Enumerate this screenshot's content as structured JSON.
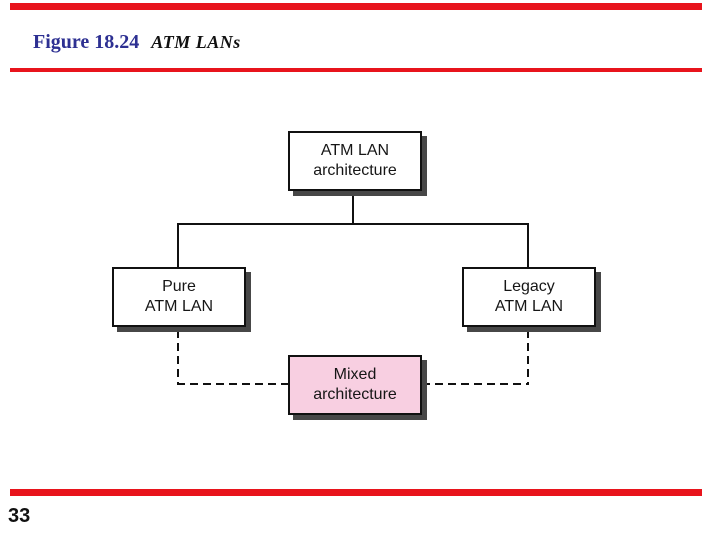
{
  "slide": {
    "figure_number": "Figure 18.24",
    "figure_title": "ATM LANs",
    "page_number": "33"
  },
  "colors": {
    "accent_red": "#e8141c",
    "title_blue": "#2d3092",
    "node_fill_default": "#ffffff",
    "node_fill_mixed_pink": "#f8cfe1",
    "node_border": "#111111",
    "node_shadow": "#474747"
  },
  "diagram": {
    "nodes": [
      {
        "id": "root",
        "lines": [
          "ATM LAN",
          "architecture"
        ]
      },
      {
        "id": "pure",
        "lines": [
          "Pure",
          "ATM LAN"
        ]
      },
      {
        "id": "legacy",
        "lines": [
          "Legacy",
          "ATM LAN"
        ]
      },
      {
        "id": "mixed",
        "lines": [
          "Mixed",
          "architecture"
        ]
      }
    ],
    "edges": [
      {
        "from": "root",
        "to": "pure",
        "style": "solid"
      },
      {
        "from": "root",
        "to": "legacy",
        "style": "solid"
      },
      {
        "from": "pure",
        "to": "mixed",
        "style": "dashed"
      },
      {
        "from": "legacy",
        "to": "mixed",
        "style": "dashed"
      }
    ]
  }
}
